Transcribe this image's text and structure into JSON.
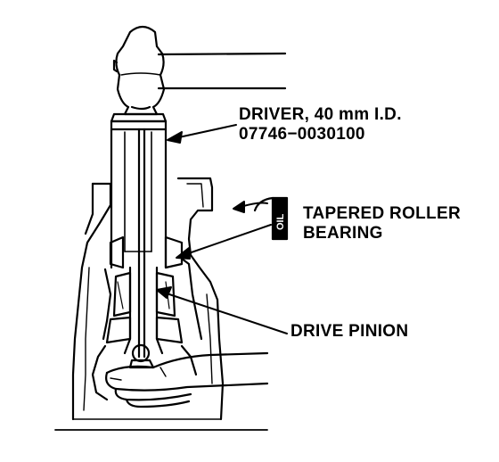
{
  "labels": {
    "driver": {
      "line1": "DRIVER, 40 mm I.D.",
      "line2": "07746−0030100"
    },
    "bearing": {
      "line1": "TAPERED ROLLER",
      "line2": "BEARING"
    },
    "pinion": "DRIVE PINION",
    "tag": "OIL"
  }
}
